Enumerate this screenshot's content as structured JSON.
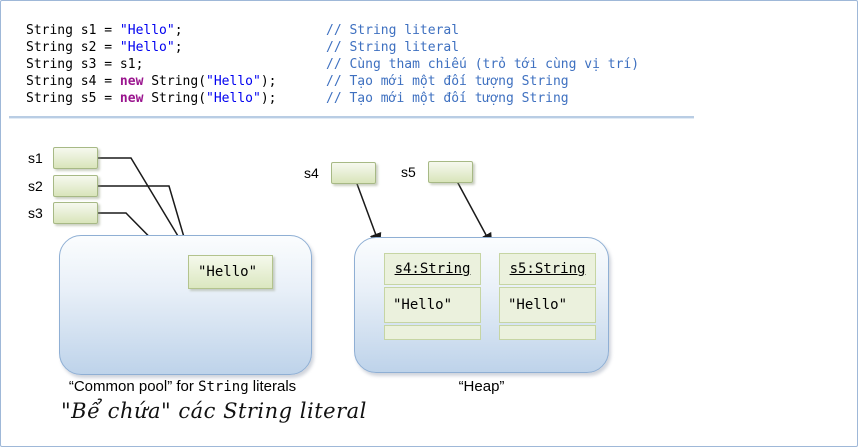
{
  "colors": {
    "string_literal": "#0000f0",
    "keyword": "#9a148e",
    "comment": "#3e70c0",
    "box_green_fill": "#ebf1dd",
    "box_green_border": "#a7b985",
    "region_border": "#8fafd4",
    "region_fill_bottom": "#bed3ea",
    "arrow": "#1a1a1a",
    "frame_border": "#9fb8d8"
  },
  "code": {
    "lines": [
      {
        "tokens": [
          {
            "t": "plain",
            "s": "String s1 = "
          },
          {
            "t": "str",
            "s": "\"Hello\""
          },
          {
            "t": "plain",
            "s": ";"
          }
        ],
        "comment": "// String literal"
      },
      {
        "tokens": [
          {
            "t": "plain",
            "s": "String s2 = "
          },
          {
            "t": "str",
            "s": "\"Hello\""
          },
          {
            "t": "plain",
            "s": ";"
          }
        ],
        "comment": "// String literal"
      },
      {
        "tokens": [
          {
            "t": "plain",
            "s": "String s3 = s1;"
          }
        ],
        "comment": "// Cùng tham chiếu (trỏ tới cùng vị trí)"
      },
      {
        "tokens": [
          {
            "t": "plain",
            "s": "String s4 = "
          },
          {
            "t": "kw",
            "s": "new"
          },
          {
            "t": "plain",
            "s": " String("
          },
          {
            "t": "str",
            "s": "\"Hello\""
          },
          {
            "t": "plain",
            "s": ");"
          }
        ],
        "comment": "// Tạo mới một đối tượng String"
      },
      {
        "tokens": [
          {
            "t": "plain",
            "s": "String s5 = "
          },
          {
            "t": "kw",
            "s": "new"
          },
          {
            "t": "plain",
            "s": " String("
          },
          {
            "t": "str",
            "s": "\"Hello\""
          },
          {
            "t": "plain",
            "s": ");"
          }
        ],
        "comment": "// Tạo mới một đối tượng String"
      }
    ]
  },
  "diagram": {
    "refs": [
      {
        "label": "s1"
      },
      {
        "label": "s2"
      },
      {
        "label": "s3"
      },
      {
        "label": "s4"
      },
      {
        "label": "s5"
      }
    ],
    "pool": {
      "literal": "\"Hello\"",
      "caption": {
        "pre": "“Common pool” for ",
        "code": "String",
        "post": " literals"
      }
    },
    "heap": {
      "objects": [
        {
          "header": "s4:String",
          "value": "\"Hello\""
        },
        {
          "header": "s5:String",
          "value": "\"Hello\""
        }
      ],
      "caption": "“Heap”"
    },
    "footnote": "\"Bể chứa\" các String literal"
  }
}
